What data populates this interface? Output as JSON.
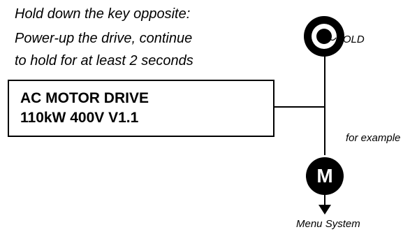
{
  "instructions": {
    "line1": "Hold down the key opposite:",
    "line2": "Power-up the drive, continue",
    "line3": "to hold for at least 2 seconds"
  },
  "display": {
    "line1": "AC MOTOR DRIVE",
    "line2": "110kW 400V V1.1"
  },
  "labels": {
    "hold": "HOLD",
    "example": "for example",
    "menu_key": "M",
    "menu_system": "Menu System"
  },
  "colors": {
    "key_fill": "#000000",
    "background": "#ffffff"
  },
  "icons": [
    "hold-key-icon",
    "menu-key-icon",
    "down-arrow-icon",
    "hold-wave-icon"
  ]
}
